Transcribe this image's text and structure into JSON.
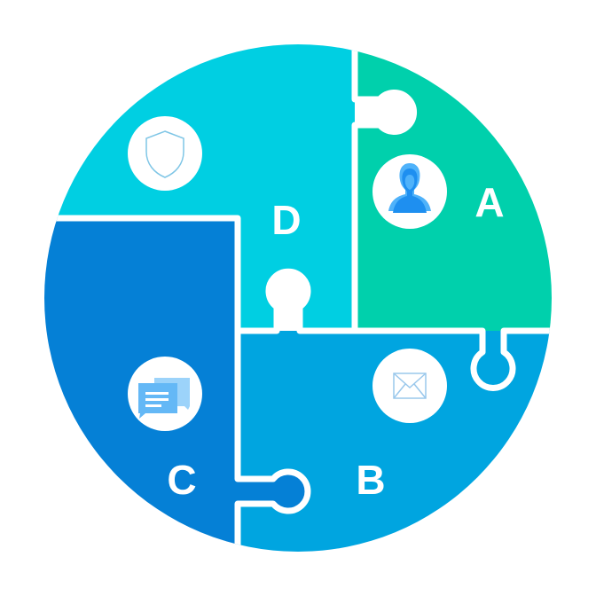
{
  "colors": {
    "piece_a": "#00D0AC",
    "piece_b": "#00A5E0",
    "piece_c": "#0580D6",
    "piece_d": "#00CFE2",
    "separator": "#ffffff",
    "icon_circle": "#ffffff",
    "icon_user": "#1E8FF0",
    "icon_user_light": "#4FB2FA",
    "icon_chat": "#64B8F6",
    "icon_chat_back": "#9CD3FA",
    "icon_envelope_line": "#9AC8EC",
    "icon_shield_line": "#7FC6E6"
  },
  "pieces": {
    "a": {
      "label": "A",
      "icon": "users-icon"
    },
    "b": {
      "label": "B",
      "icon": "envelope-icon"
    },
    "c": {
      "label": "C",
      "icon": "chat-icon"
    },
    "d": {
      "label": "D",
      "icon": "shield-icon"
    }
  }
}
